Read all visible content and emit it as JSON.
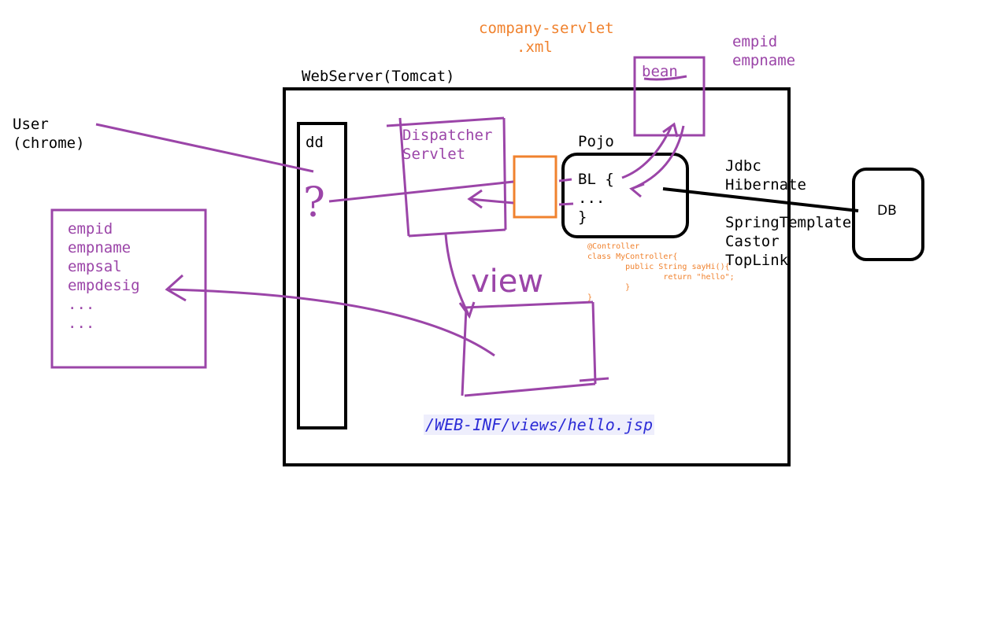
{
  "labels": {
    "servlet_config_line1": "company-servlet",
    "servlet_config_line2": ".xml",
    "bean": "bean",
    "bean_fields": [
      "empid",
      "empname"
    ],
    "webserver": "WebServer(Tomcat)",
    "user_line1": "User",
    "user_line2": "(chrome)",
    "dd": "dd",
    "question": "?",
    "dispatcher_line1": "Dispatcher",
    "dispatcher_line2": "Servlet",
    "pojo": "Pojo",
    "bl_lines": [
      "BL {",
      "...",
      "}"
    ],
    "persistence": [
      "Jdbc",
      "Hibernate",
      "",
      "SpringTemplate",
      "Castor",
      "TopLink"
    ],
    "db": "DB",
    "view": "view",
    "view_path": "/WEB-INF/views/hello.jsp",
    "response_fields": [
      "empid",
      "empname",
      "empsal",
      "empdesig",
      "...",
      "..."
    ]
  },
  "code_snippet": [
    "@Controller",
    "class MyController{",
    "        public String sayHi(){",
    "                return \"hello\";",
    "        }",
    "}"
  ],
  "colors": {
    "ink": "#000000",
    "annotation": "#9b45a8",
    "config": "#f0822e",
    "path_text": "#2b2bd6"
  }
}
